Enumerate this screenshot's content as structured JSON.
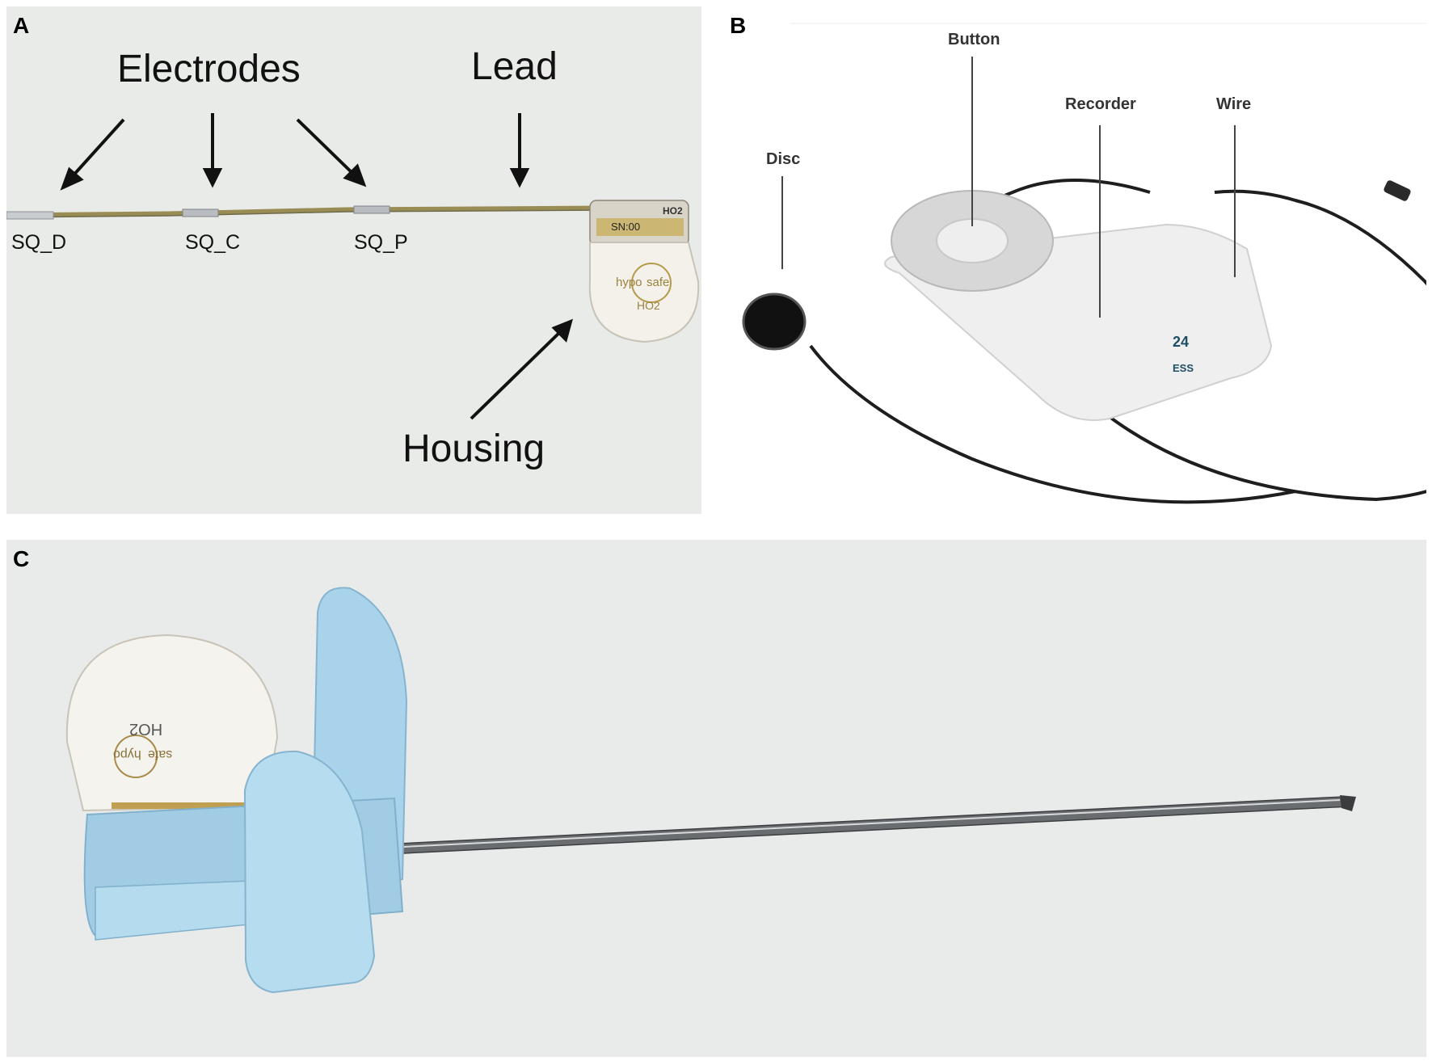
{
  "panels": {
    "a": {
      "letter": "A",
      "labels": {
        "electrodes": "Electrodes",
        "lead": "Lead",
        "housing": "Housing",
        "sq_d": "SQ_D",
        "sq_c": "SQ_C",
        "sq_p": "SQ_P"
      },
      "device_text": {
        "brand_left": "hypo",
        "brand_right": "safe",
        "model": "HO2",
        "serial": "SN:00",
        "tag": "HO2"
      }
    },
    "b": {
      "letter": "B",
      "labels": {
        "button": "Button",
        "recorder": "Recorder",
        "wire": "Wire",
        "disc": "Disc"
      },
      "device_text": {
        "logo": "24",
        "brand": "ESS"
      }
    },
    "c": {
      "letter": "C",
      "device_text": {
        "brand_left": "hypo",
        "brand_right": "safe",
        "model": "HO2"
      }
    }
  },
  "colors": {
    "panel_a_bg": "#e8ebe8",
    "panel_c_bg": "#e9ebea",
    "tool_blue": "#a9d3ea",
    "housing_white": "#f4f1ea",
    "lead_gold": "#a89a5a"
  }
}
